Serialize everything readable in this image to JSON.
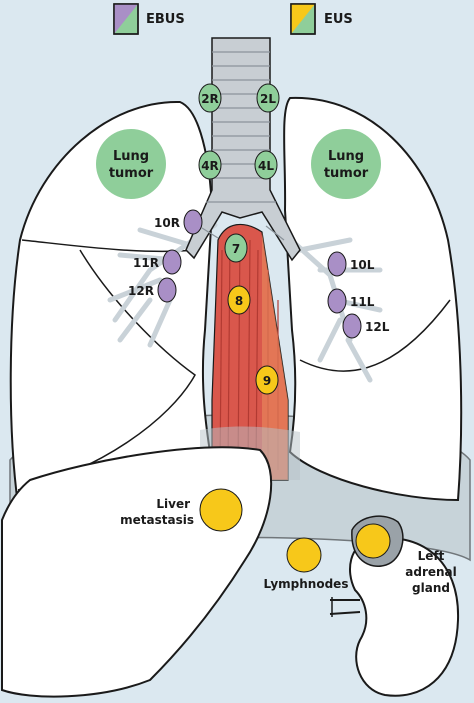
{
  "legend": {
    "ebus_label": "EBUS",
    "eus_label": "EUS"
  },
  "colors": {
    "background": "#dbe8f0",
    "ebus_purple": "#a98fc6",
    "node_green": "#8fce9a",
    "eus_yellow": "#f7c81a",
    "esophagus": "#d9574c",
    "lung_fill": "#ffffff",
    "outline": "#1a1a1a",
    "diaphragm": "#b8c2c8"
  },
  "lung_tumors": {
    "left": "Lung\ntumor",
    "right": "Lung\ntumor"
  },
  "nodes": {
    "n2R": "2R",
    "n2L": "2L",
    "n4R": "4R",
    "n4L": "4L",
    "n7": "7",
    "n8": "8",
    "n9": "9",
    "n10R": "10R",
    "n11R": "11R",
    "n12R": "12R",
    "n10L": "10L",
    "n11L": "11L",
    "n12L": "12L"
  },
  "labels": {
    "liver_metastasis": "Liver\nmetastasis",
    "lymphnodes": "Lymphnodes",
    "left_adrenal_gland": "Left\nadrenal\ngland"
  }
}
